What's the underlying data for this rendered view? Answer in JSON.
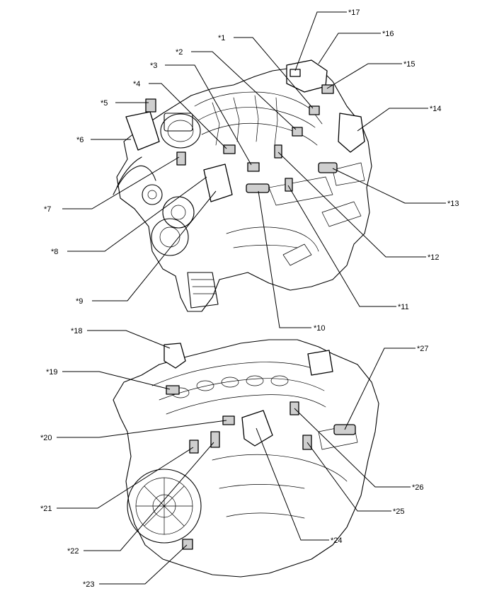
{
  "labels": {
    "c1": "*1",
    "c2": "*2",
    "c3": "*3",
    "c4": "*4",
    "c5": "*5",
    "c6": "*6",
    "c7": "*7",
    "c8": "*8",
    "c9": "*9",
    "c10": "*10",
    "c11": "*11",
    "c12": "*12",
    "c13": "*13",
    "c14": "*14",
    "c15": "*15",
    "c16": "*16",
    "c17": "*17",
    "c18": "*18",
    "c19": "*19",
    "c20": "*20",
    "c21": "*21",
    "c22": "*22",
    "c23": "*23",
    "c24": "*24",
    "c25": "*25",
    "c26": "*26",
    "c27": "*27"
  }
}
